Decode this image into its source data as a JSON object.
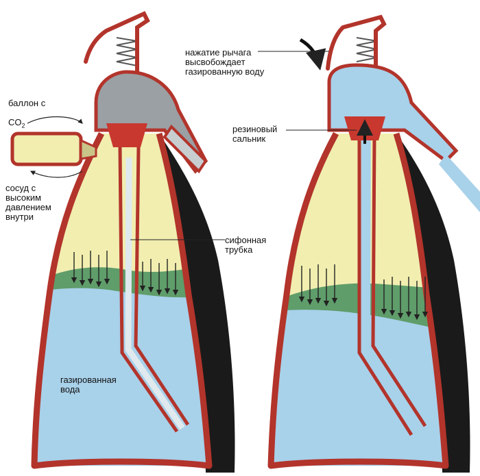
{
  "colors": {
    "bottle_wall": "#b2342b",
    "bottle_shadow": "#1a1a1a",
    "gas": "#f1eeb0",
    "water": "#a8d1ea",
    "interface": "#5f9d6a",
    "metal": "#9aa0a4",
    "rubber_seal": "#c8382e",
    "arrow": "#222222"
  },
  "labels": {
    "cylinder_line1": "баллон с",
    "cylinder_line2": "CO",
    "cylinder_sub": "2",
    "vessel": "сосуд с\nвысоким\nдавлением\nвнутри",
    "siphon_tube": "сифонная\nтрубка",
    "soda_water": "газированная\nвода",
    "lever_press": "нажатие рычага\nвысвобождает\nгазированную воду",
    "rubber_seal": "резиновый\nсальник"
  }
}
